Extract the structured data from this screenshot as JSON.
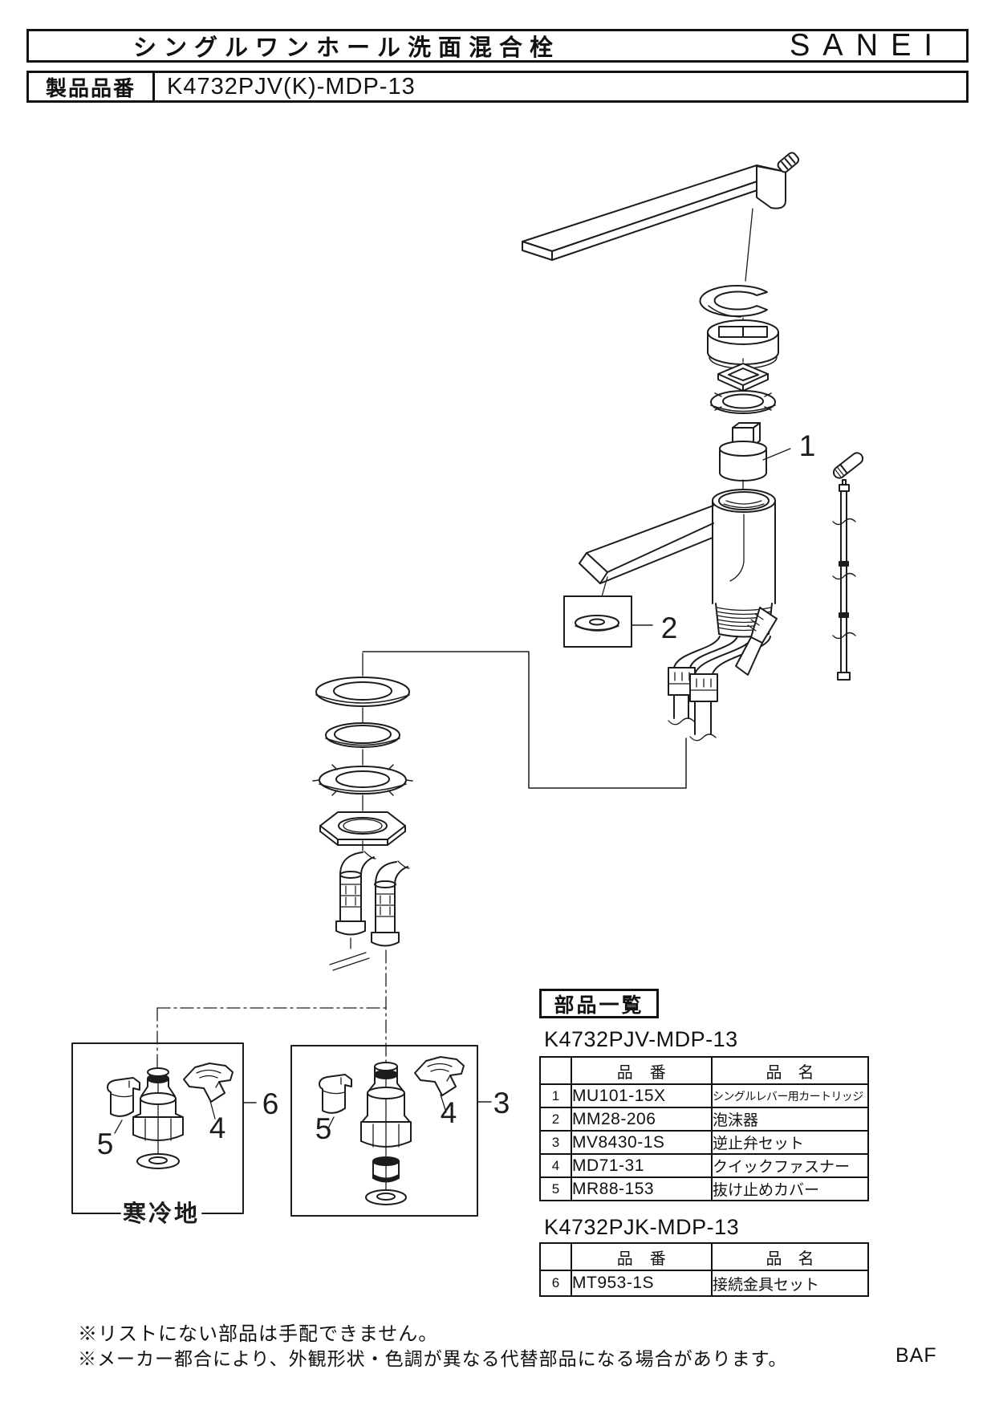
{
  "header": {
    "title": "シングルワンホール洗面混合栓",
    "brand": "SANEI",
    "product_label": "製品品番",
    "product_code": "K4732PJV(K)-MDP-13"
  },
  "diagram": {
    "callouts": {
      "c1": "1",
      "c2": "2",
      "c3": "3",
      "c4": "4",
      "c5": "5",
      "c6": "6"
    },
    "cold_region_label": "寒冷地"
  },
  "parts_list": {
    "section_title": "部品一覧",
    "tables": [
      {
        "model": "K4732PJV-MDP-13",
        "headers": {
          "no": "",
          "code": "品　番",
          "name": "品　名"
        },
        "rows": [
          {
            "no": "1",
            "code": "MU101-15X",
            "name": "シングルレバー用カートリッジ"
          },
          {
            "no": "2",
            "code": "MM28-206",
            "name": "泡沫器"
          },
          {
            "no": "3",
            "code": "MV8430-1S",
            "name": "逆止弁セット"
          },
          {
            "no": "4",
            "code": "MD71-31",
            "name": "クイックファスナー"
          },
          {
            "no": "5",
            "code": "MR88-153",
            "name": "抜け止めカバー"
          }
        ]
      },
      {
        "model": "K4732PJK-MDP-13",
        "headers": {
          "no": "",
          "code": "品　番",
          "name": "品　名"
        },
        "rows": [
          {
            "no": "6",
            "code": "MT953-1S",
            "name": "接続金具セット"
          }
        ]
      }
    ]
  },
  "footnotes": [
    "※リストにない部品は手配できません。",
    "※メーカー都合により、外観形状・色調が異なる代替部品になる場合があります。"
  ],
  "page_code": "BAF"
}
